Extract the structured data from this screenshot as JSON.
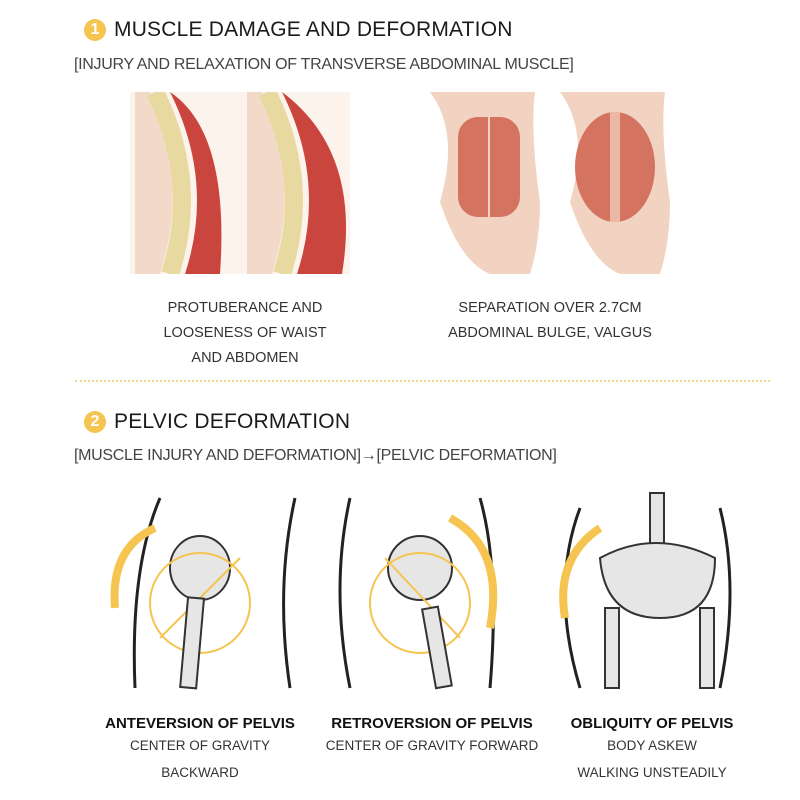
{
  "section1": {
    "number": "1",
    "title": "MUSCLE DAMAGE AND DEFORMATION",
    "subtitle": "[INJURY AND RELAXATION OF TRANSVERSE ABDOMINAL MUSCLE]",
    "captions": [
      {
        "lines": [
          "PROTUBERANCE AND",
          "LOOSENESS OF WAIST",
          "AND ABDOMEN"
        ]
      },
      {
        "lines": [
          "SEPARATION OVER 2.7CM",
          "ABDOMINAL BULGE, VALGUS"
        ]
      }
    ]
  },
  "section2": {
    "number": "2",
    "title": "PELVIC DEFORMATION",
    "subtitle": "[MUSCLE INJURY AND DEFORMATION]→[PELVIC DEFORMATION]",
    "items": [
      {
        "title": "ANTEVERSION OF PELVIS",
        "lines": [
          "CENTER OF GRAVITY BACKWARD"
        ]
      },
      {
        "title": "RETROVERSION OF PELVIS",
        "lines": [
          "CENTER OF GRAVITY FORWARD"
        ]
      },
      {
        "title": "OBLIQUITY OF PELVIS",
        "lines": [
          "BODY ASKEW",
          "WALKING UNSTEADILY"
        ]
      }
    ]
  },
  "colors": {
    "accent": "#f5c451",
    "muscle": "#c9453e",
    "skin": "#f2d3c2"
  }
}
